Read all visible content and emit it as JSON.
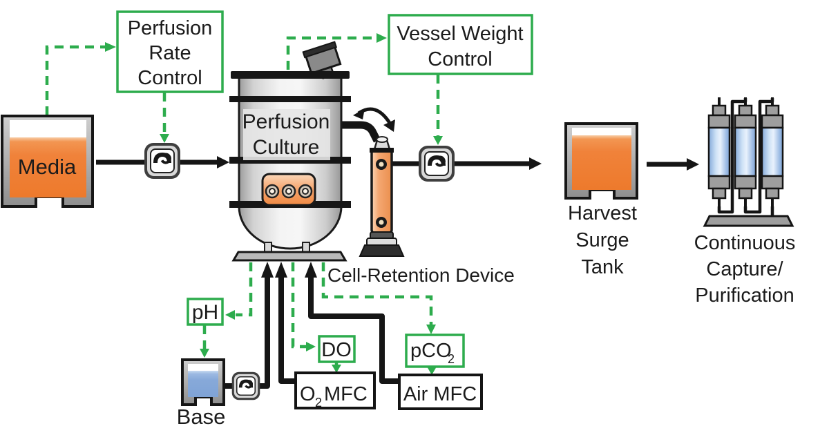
{
  "colors": {
    "green": "#2dac4d",
    "orange": "#ef8136",
    "orange_light": "#f8c79d",
    "liquid_blue": "#86a9da",
    "column_blue": "#b3cded",
    "steel_gray": "#bdbdbd",
    "ink": "#1b1b1b"
  },
  "control_boxes": {
    "perfusion_rate": {
      "line1": "Perfusion",
      "line2": "Rate",
      "line3": "Control"
    },
    "vessel_weight": {
      "line1": "Vessel Weight",
      "line2": "Control"
    },
    "ph": {
      "label": "pH"
    },
    "do": {
      "label": "DO"
    },
    "pco2": {
      "main": "pCO",
      "sub": "2"
    },
    "o2_mfc": {
      "main": "O",
      "sub": "2",
      "rest": "MFC"
    },
    "air_mfc": {
      "label": "Air MFC"
    }
  },
  "equipment": {
    "media_tank": {
      "label": "Media"
    },
    "bioreactor": {
      "line1": "Perfusion",
      "line2": "Culture"
    },
    "cell_retention": {
      "label": "Cell-Retention Device"
    },
    "base_tank": {
      "label": "Base"
    },
    "harvest_tank": {
      "line1": "Harvest",
      "line2": "Surge",
      "line3": "Tank"
    },
    "capture": {
      "line1": "Continuous",
      "line2": "Capture/",
      "line3": "Purification"
    }
  }
}
